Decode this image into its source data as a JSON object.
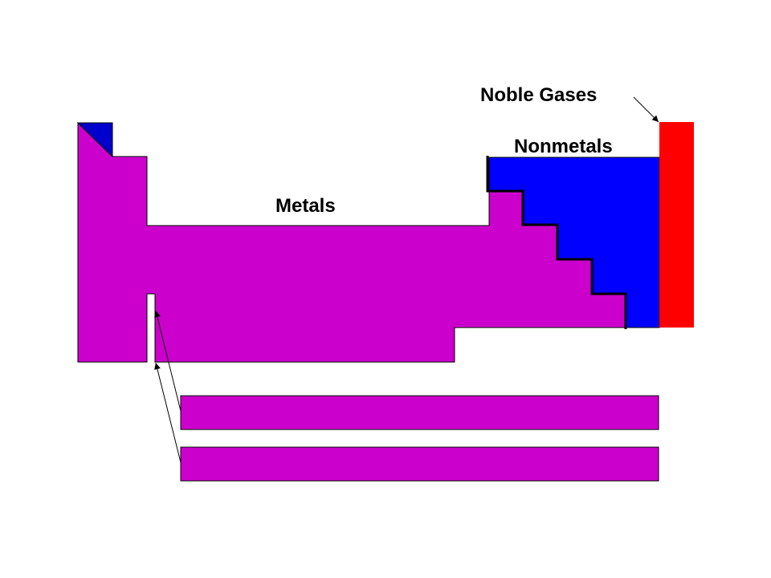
{
  "labels": {
    "metals": "Metals",
    "nonmetals": "Nonmetals",
    "noble_gases": "Noble Gases"
  },
  "colors": {
    "metals": "#cc00cc",
    "nonmetals": "#0000ff",
    "noble_gases": "#ff0000",
    "hydrogen": "#0000cc",
    "outline": "#000000"
  }
}
